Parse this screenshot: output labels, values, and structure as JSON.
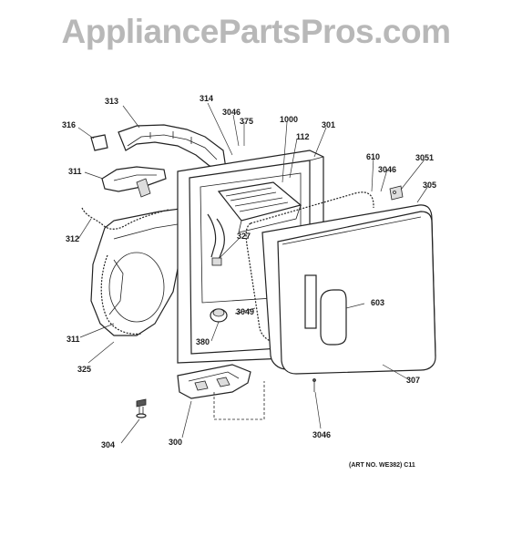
{
  "watermark": "AppliancePartsPros.com",
  "art_number": "(ART NO. WE382) C11",
  "callouts": {
    "c313": "313",
    "c314": "314",
    "c316": "316",
    "c3046a": "3046",
    "c375": "375",
    "c1000": "1000",
    "c301": "301",
    "c112": "112",
    "c311a": "311",
    "c610": "610",
    "c3046b": "3046",
    "c3051": "3051",
    "c305": "305",
    "c312": "312",
    "c327": "327",
    "c603": "603",
    "c3049": "3049",
    "c311b": "311",
    "c380": "380",
    "c325": "325",
    "c307": "307",
    "c304": "304",
    "c300": "300",
    "c3046c": "3046"
  }
}
